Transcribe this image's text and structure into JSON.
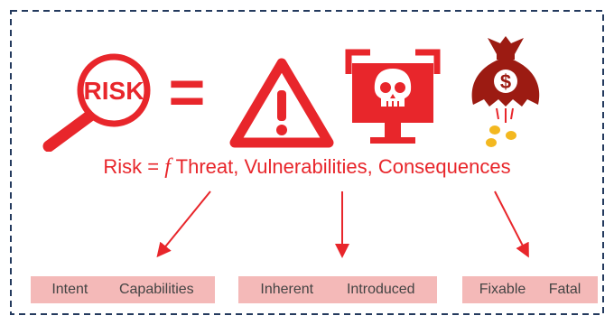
{
  "palette": {
    "red": "#e8262b",
    "dark_red": "#9c1b12",
    "box_fill": "#f4b9b8",
    "coin": "#f3b820"
  },
  "equation": {
    "magnifier_label": "RISK",
    "equals_sign": "=",
    "icons": [
      "magnifier-icon",
      "warning-triangle-icon",
      "computer-skull-icon",
      "money-bag-icon"
    ],
    "money_bag_symbol": "$"
  },
  "formula": {
    "prefix": "Risk = ",
    "function_symbol": "f",
    "terms": "Threat, Vulnerabilities, Consequences"
  },
  "categories": [
    {
      "name": "threat",
      "items": [
        "Intent",
        "Capabilities"
      ]
    },
    {
      "name": "vulnerabilities",
      "items": [
        "Inherent",
        "Introduced"
      ]
    },
    {
      "name": "consequences",
      "items": [
        "Fixable",
        "Fatal"
      ]
    }
  ]
}
